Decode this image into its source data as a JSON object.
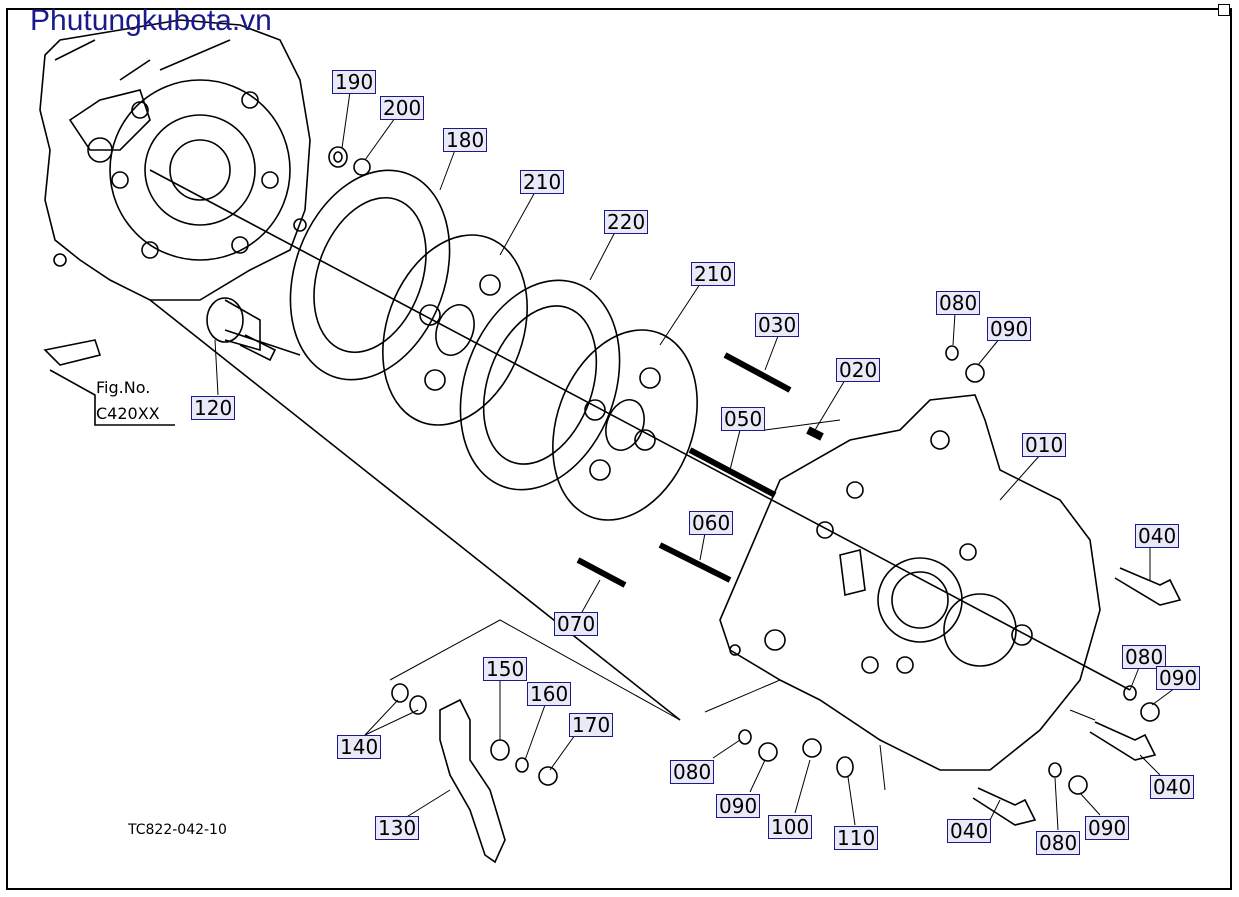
{
  "watermark": "Phutungkubota.vn",
  "figure": {
    "label": "Fig.No.",
    "code": "C420XX"
  },
  "drawing_number": "TC822-042-10",
  "callouts": [
    "190",
    "200",
    "180",
    "210",
    "220",
    "210",
    "120",
    "080",
    "090",
    "030",
    "020",
    "050",
    "010",
    "060",
    "040",
    "070",
    "080",
    "090",
    "150",
    "160",
    "170",
    "140",
    "130",
    "080",
    "090",
    "100",
    "110",
    "040",
    "080",
    "090",
    "040"
  ]
}
